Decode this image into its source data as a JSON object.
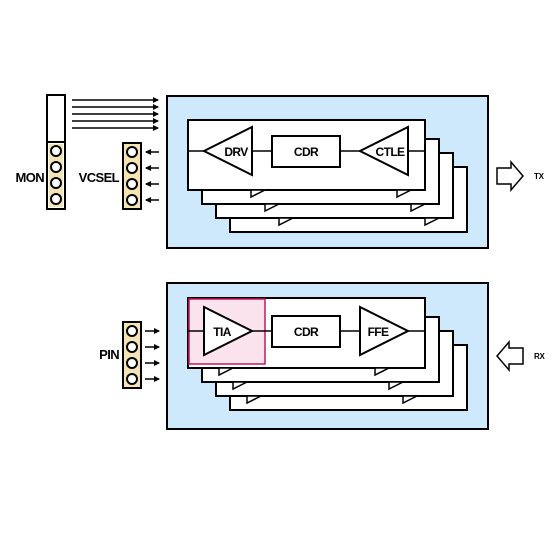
{
  "colors": {
    "panel_fill": "#cde9fb",
    "stroke": "#000000",
    "highlight_fill": "#fbe3ee",
    "highlight_stroke": "#c2185b",
    "connector_fill": "#f3e3b5"
  },
  "tx": {
    "drv_label": "DRV",
    "cdr_label": "CDR",
    "ctle_label": "CTLE",
    "direction_label": "TX",
    "mon_label": "MON",
    "vcsel_label": "VCSEL"
  },
  "rx": {
    "tia_label": "TIA",
    "cdr_label": "CDR",
    "ffe_label": "FFE",
    "direction_label": "RX",
    "pin_label": "PIN"
  }
}
